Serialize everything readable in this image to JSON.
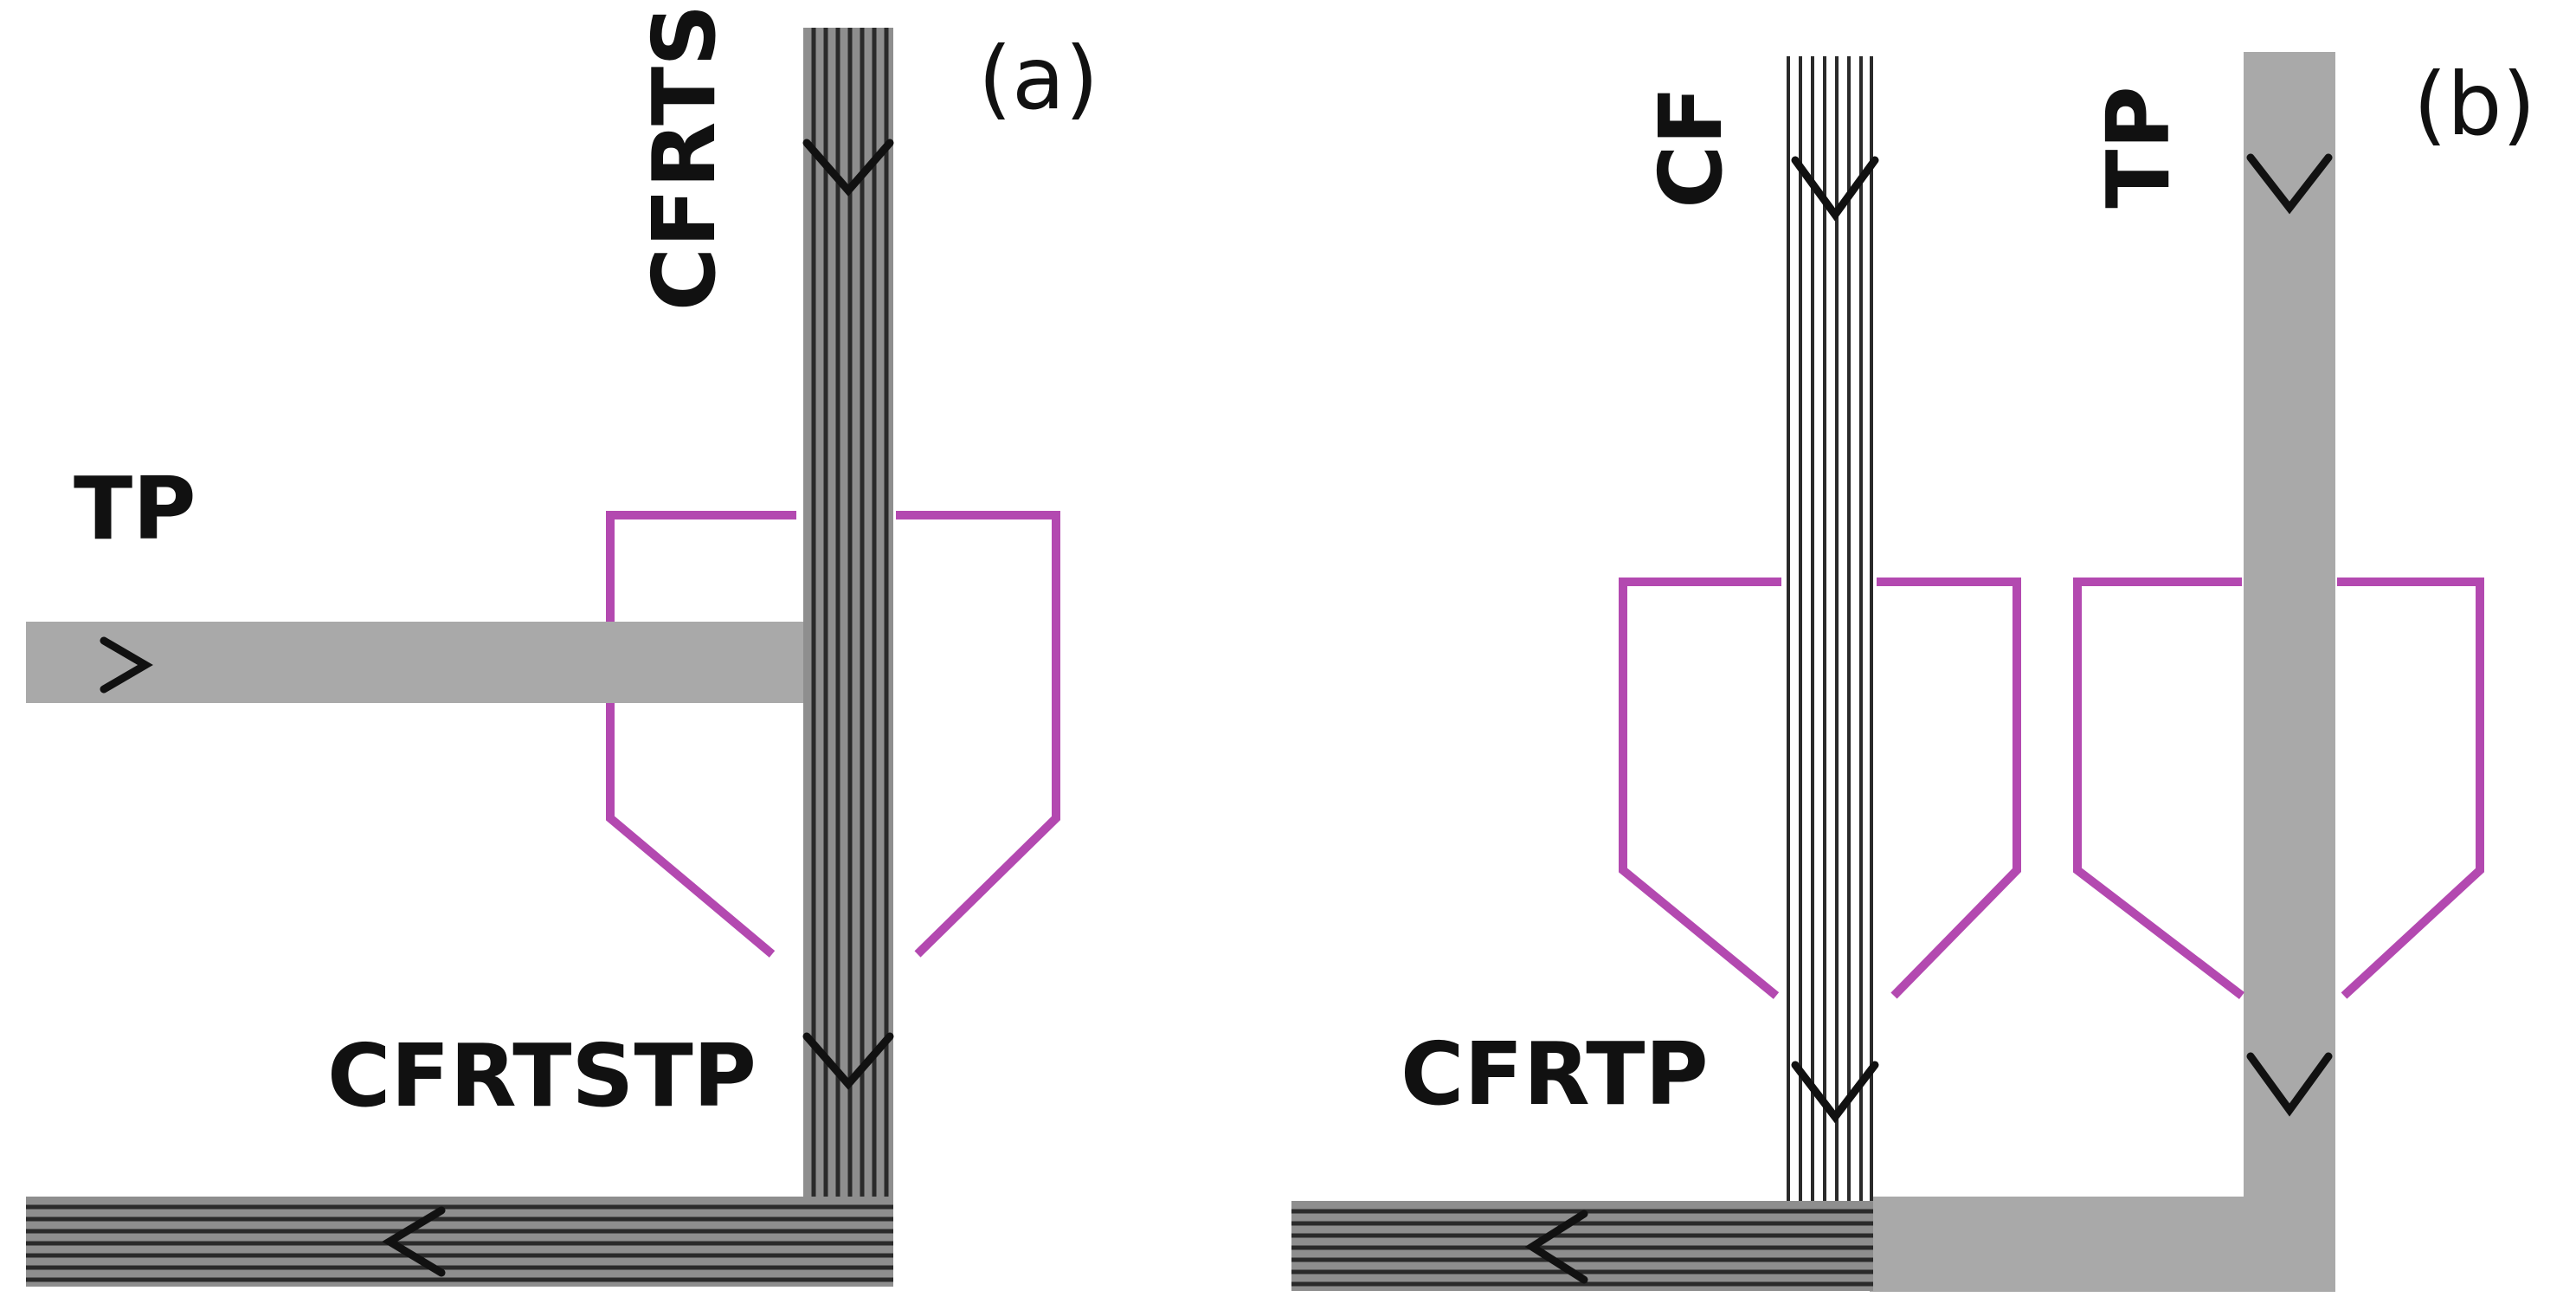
{
  "labels": {
    "a_top_stream": "CFRTS",
    "a_side_stream": "TP",
    "a_output": "CFRTSTP",
    "b_fiber": "CF",
    "b_polymer": "TP",
    "b_output": "CFRTP",
    "panel_a": "(a)",
    "panel_b": "(b)"
  },
  "colors": {
    "polymer_grey": "#a9a9a9",
    "fiber_line": "#2a2a2a",
    "fiber_bg_a": "#8e8e8e",
    "fiber_bg_b": "#ffffff",
    "nozzle_magenta": "#b349b0",
    "arrow": "#111111",
    "background": "#ffffff"
  }
}
